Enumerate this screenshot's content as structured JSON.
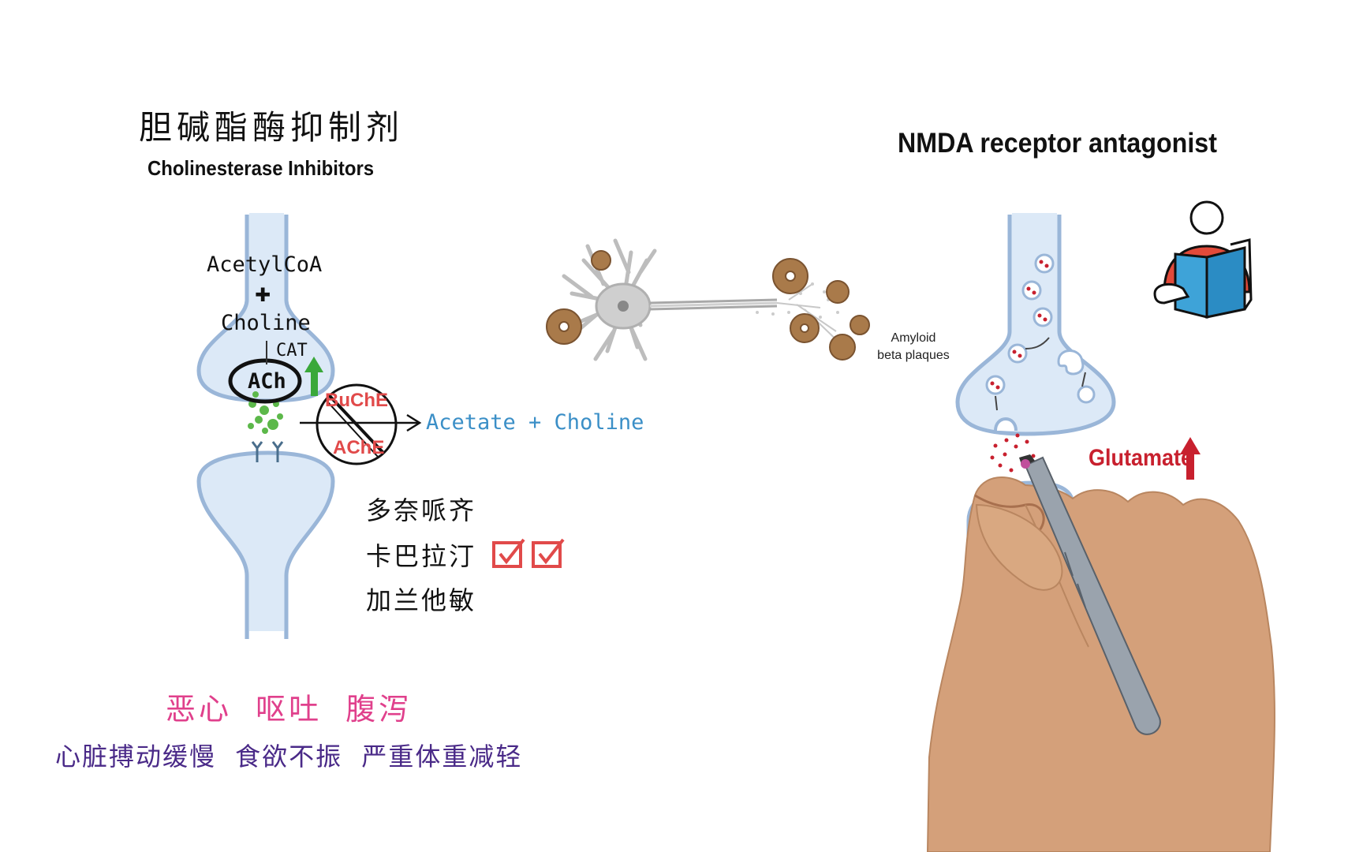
{
  "left_panel": {
    "title_cn": "胆碱酯酶抑制剂",
    "title_en": "Cholinesterase Inhibitors",
    "acetylcoa": "AcetylCoA",
    "plus": "✚",
    "choline": "Choline",
    "cat": "CAT",
    "ach": "ACh",
    "buche": "BuChE",
    "ache": "AChE",
    "products": "Acetate + Choline",
    "drugs": [
      "多奈哌齐",
      "卡巴拉汀",
      "加兰他敏"
    ],
    "side_effects_1": "恶心 呕吐 腹泻",
    "side_effects_2": "心脏搏动缓慢 食欲不振 严重体重减轻"
  },
  "middle_panel": {
    "amyloid_label_1": "Amyloid",
    "amyloid_label_2": "beta plaques"
  },
  "right_panel": {
    "title": "NMDA receptor antagonist",
    "glutamate": "Glutamate"
  },
  "colors": {
    "synapse_fill": "#dce9f7",
    "synapse_stroke": "#9ab6d8",
    "ach_green": "#5cb84a",
    "arrow_green": "#3aa83a",
    "enzyme_red": "#e14a4a",
    "products_blue": "#3b8fc7",
    "nausea_pink": "#e0408c",
    "side_purple": "#4a2a88",
    "glutamate_red": "#c8202e",
    "check_red": "#e14a4a"
  }
}
